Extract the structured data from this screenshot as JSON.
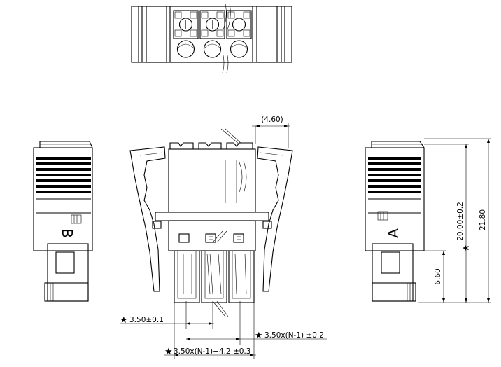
{
  "dimensions": {
    "offset_top": "(4.60)",
    "height_total": "21.80",
    "height_main": "20.00±0.2",
    "height_lower": "6.60",
    "pitch": "3.50±0.1",
    "span_n": "3.50x(N-1) ±0.2",
    "span_total": "3.50x(N-1)+4.2 ±0.3"
  },
  "markers": {
    "star": "★",
    "side_left_letter": "B",
    "side_right_letter": "A"
  }
}
